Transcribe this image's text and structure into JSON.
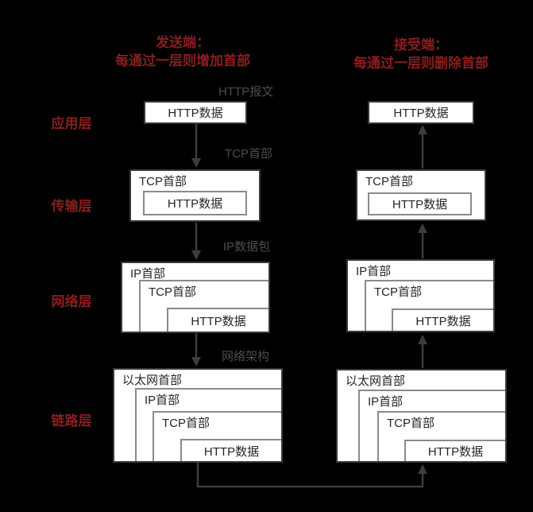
{
  "title_headers": {
    "send_line1": "发送端：",
    "send_line2": "每通过一层则增加首部",
    "receive_line1": "接受端：",
    "receive_line2": "每通过一层则删除首部"
  },
  "layer_labels": {
    "application": "应用层",
    "transport": "传输层",
    "network": "网络层",
    "link": "链路层"
  },
  "step_labels": {
    "http_message": "HTTP报文",
    "tcp_header": "TCP首部",
    "ip_packet": "IP数据包",
    "network_frame": "网络架构"
  },
  "box_labels": {
    "http_data": "HTTP数据",
    "tcp_header": "TCP首部",
    "ip_header": "IP首部",
    "ethernet_header": "以太网首部"
  },
  "colors": {
    "accent_red": "#8b1e1e",
    "step_label_gray": "#4d4d4d",
    "arrow_gray": "#3d3d3d",
    "background": "#000000",
    "box_fill": "#ffffff"
  }
}
